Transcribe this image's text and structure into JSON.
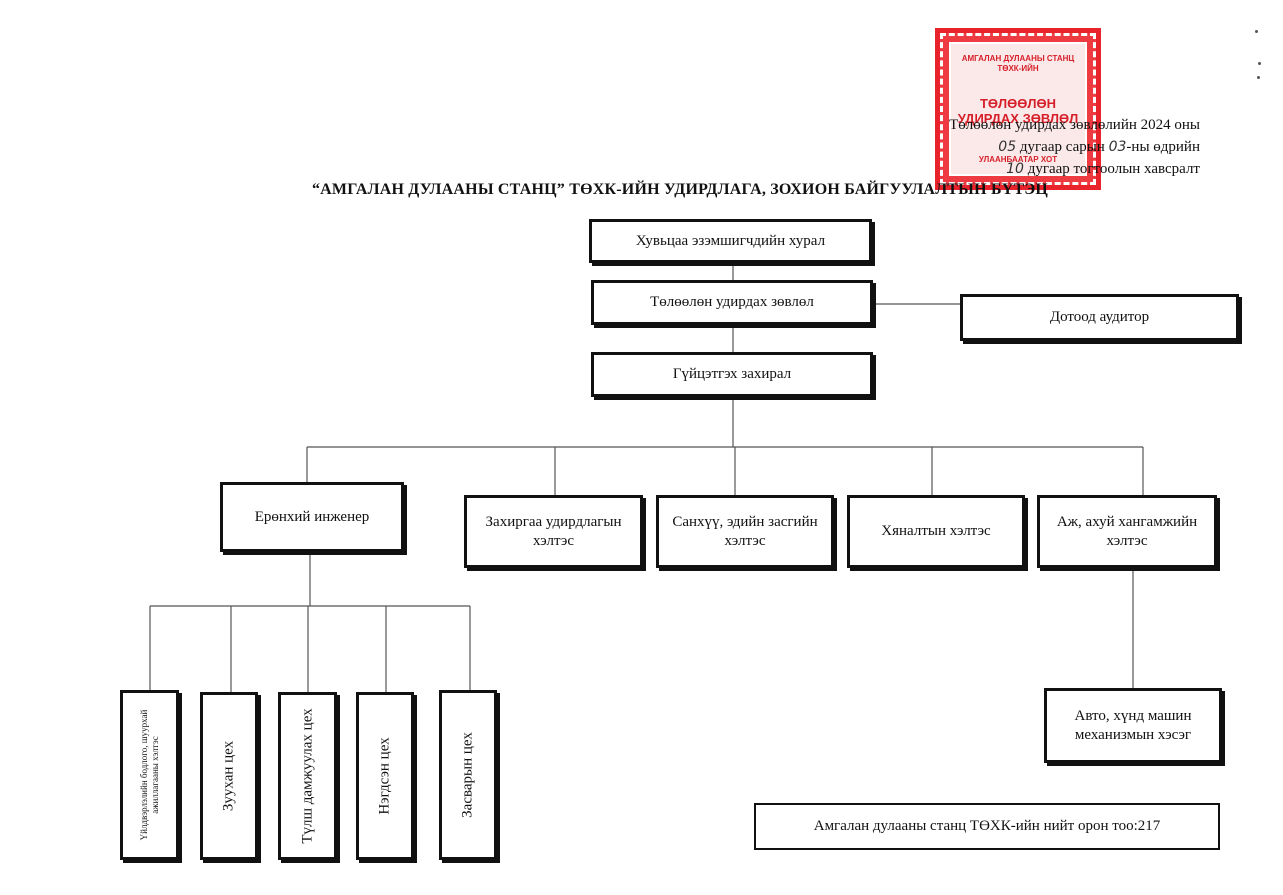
{
  "stamp": {
    "text_top": "АМГАЛАН ДУЛААНЫ СТАНЦ ТӨХК-ИЙН",
    "text_mid": "ТӨЛӨӨЛӨН УДИРДАХ ЗӨВЛӨЛ",
    "text_bot": "УЛААНБААТАР ХОТ"
  },
  "approval": {
    "line1": "Төлөөлөн удирдах зөвлөлийн 2024 оны",
    "month_hand": "05",
    "line2": "дугаар сарын",
    "day_hand": "03",
    "line2b": "-ны өдрийн",
    "num_hand": "10",
    "line3": "дугаар тогтоолын хавсралт"
  },
  "title": "“АМГАЛАН ДУЛААНЫ СТАНЦ” ТӨХК-ИЙН УДИРДЛАГА, ЗОХИОН БАЙГУУЛАЛТЫН БҮТЭЦ",
  "nodes": {
    "shareholders": "Хувьцаа эзэмшигчдийн хурал",
    "board": "Төлөөлөн удирдах зөвлөл",
    "auditor": "Дотоод аудитор",
    "director": "Гүйцэтгэх захирал",
    "chief_engineer": "Ерөнхий инженер",
    "admin": "Захиргаа удирдлагын хэлтэс",
    "finance": "Санхүү, эдийн засгийн хэлтэс",
    "control": "Хяналтын хэлтэс",
    "supply": "Аж, ахуй хангамжийн хэлтэс",
    "production_line1": "Үйлдвэрлэлийн бодлого, шуурхай",
    "production_line2": "ажиллагааны хэлтэс",
    "boiler": "Зуухан цех",
    "fuel": "Түлш дамжуулах цех",
    "turbine": "Нэгдсэн цех",
    "repair": "Засварын цех",
    "auto": "Авто, хүнд машин механизмын хэсэг"
  },
  "footer": "Амгалан дулааны станц ТӨХК-ийн нийт орон тоо:217"
}
